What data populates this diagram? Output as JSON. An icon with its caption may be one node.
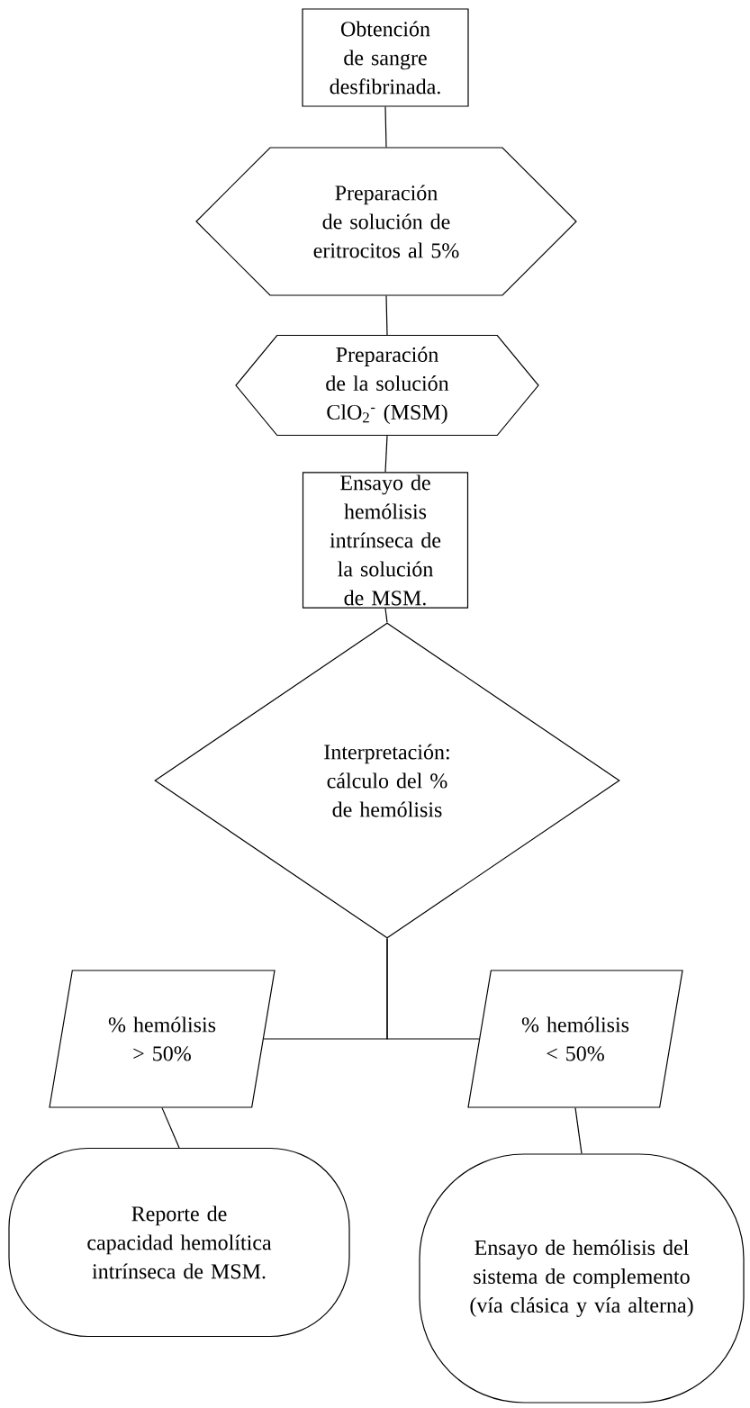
{
  "diagram": {
    "nodes": [
      {
        "text": [
          "Obtención de sangre desfibrinada."
        ]
      },
      {
        "text": [
          "Preparación de solución de eritrocitos al 5%"
        ]
      },
      {
        "text": [
          "Preparación de la solución ClO$_{2}$$^{-}$ (MSM)"
        ]
      },
      {
        "text": [
          "Ensayo de hemólisis intrínseca de la solución de MSM."
        ]
      },
      {
        "text": [
          "Interpretación: cálculo del % de hemólisis"
        ]
      },
      {
        "text": [
          "% hemólisis > 50%"
        ]
      },
      {
        "text": [
          "% hemólisis < 50%"
        ]
      },
      {
        "text": [
          "Reporte de capacidad hemolítica intrínseca de MSM."
        ]
      },
      {
        "text": [
          "Ensayo de hemólisis del sistema de complemento (vía clásica y vía alterna)"
        ]
      }
    ],
    "edges": [
      {
        "from": 0,
        "to": 1,
        "arrow": "none"
      },
      {
        "from": 1,
        "to": 2,
        "arrow": "none"
      },
      {
        "from": 2,
        "to": 3,
        "arrow": "none"
      },
      {
        "from": 3,
        "to": 4,
        "arrow": "none"
      },
      {
        "from": 4,
        "to": 5,
        "arrow": "none"
      },
      {
        "from": 4,
        "to": 6,
        "arrow": "none"
      },
      {
        "from": 5,
        "to": 7,
        "arrow": "none"
      },
      {
        "from": 6,
        "to": 8,
        "arrow": "none"
      }
    ]
  }
}
